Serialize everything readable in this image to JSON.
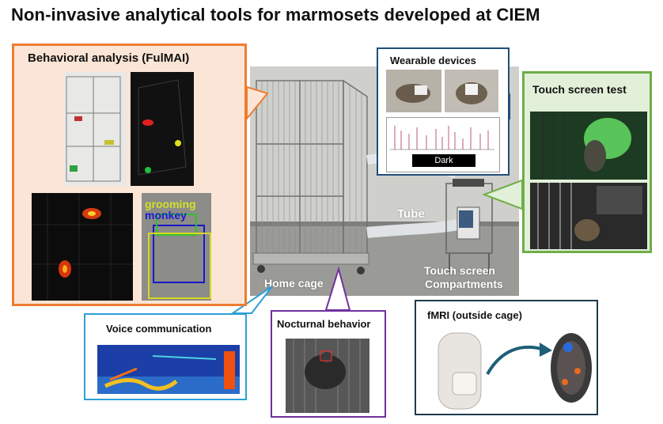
{
  "title": "Non-invasive analytical tools for marmosets developed at CIEM",
  "photo_labels": {
    "home_cage": "Home cage",
    "tube": "Tube",
    "touch_screen": "Touch screen",
    "compartments": "Compartments"
  },
  "panels": {
    "behavioral": {
      "title": "Behavioral analysis (FulMAI)",
      "color": "#ed7d31",
      "fill": "#fbe5d6",
      "overlay_grooming": "grooming",
      "overlay_monkey": "monkey"
    },
    "wearable": {
      "title": "Wearable devices",
      "color": "#1f4e79",
      "chart_label": "Dark"
    },
    "touch": {
      "title": "Touch screen test",
      "color": "#70ad47",
      "fill": "#e2f0d9"
    },
    "voice": {
      "title": "Voice communication",
      "color": "#2e9fd6"
    },
    "nocturnal": {
      "title": "Nocturnal behavior",
      "color": "#7030a0"
    },
    "fmri": {
      "title": "fMRI (outside cage)",
      "color": "#1f3a4d"
    }
  }
}
